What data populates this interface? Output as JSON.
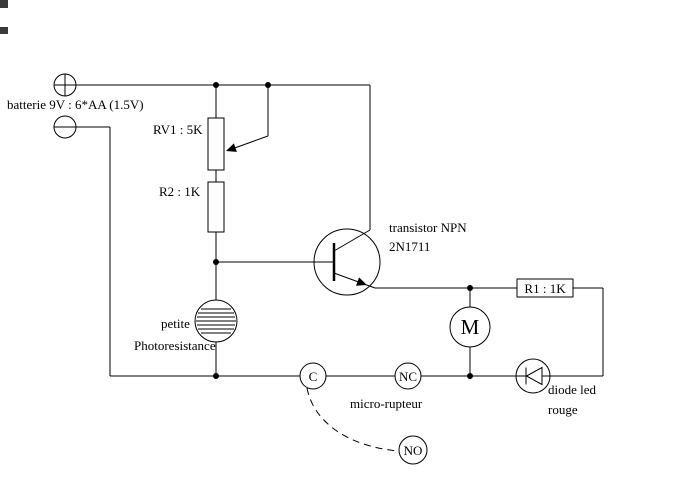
{
  "diagram": {
    "type": "circuit-schematic",
    "colors": {
      "line": "#000000",
      "background": "#ffffff",
      "text": "#000000"
    },
    "labels": {
      "battery": "batterie 9V : 6*AA (1.5V)",
      "rv1": "RV1 : 5K",
      "r2": "R2 : 1K",
      "r1": "R1 : 1K",
      "transistor_name": "transistor NPN",
      "transistor_model": "2N1711",
      "photoresistor_line1": "petite",
      "photoresistor_line2": "Photoresistance",
      "motor": "M",
      "contact_c": "C",
      "contact_nc": "NC",
      "contact_no": "NO",
      "switch_name": "micro-rupteur",
      "led_line1": "diode led",
      "led_line2": "rouge"
    }
  }
}
